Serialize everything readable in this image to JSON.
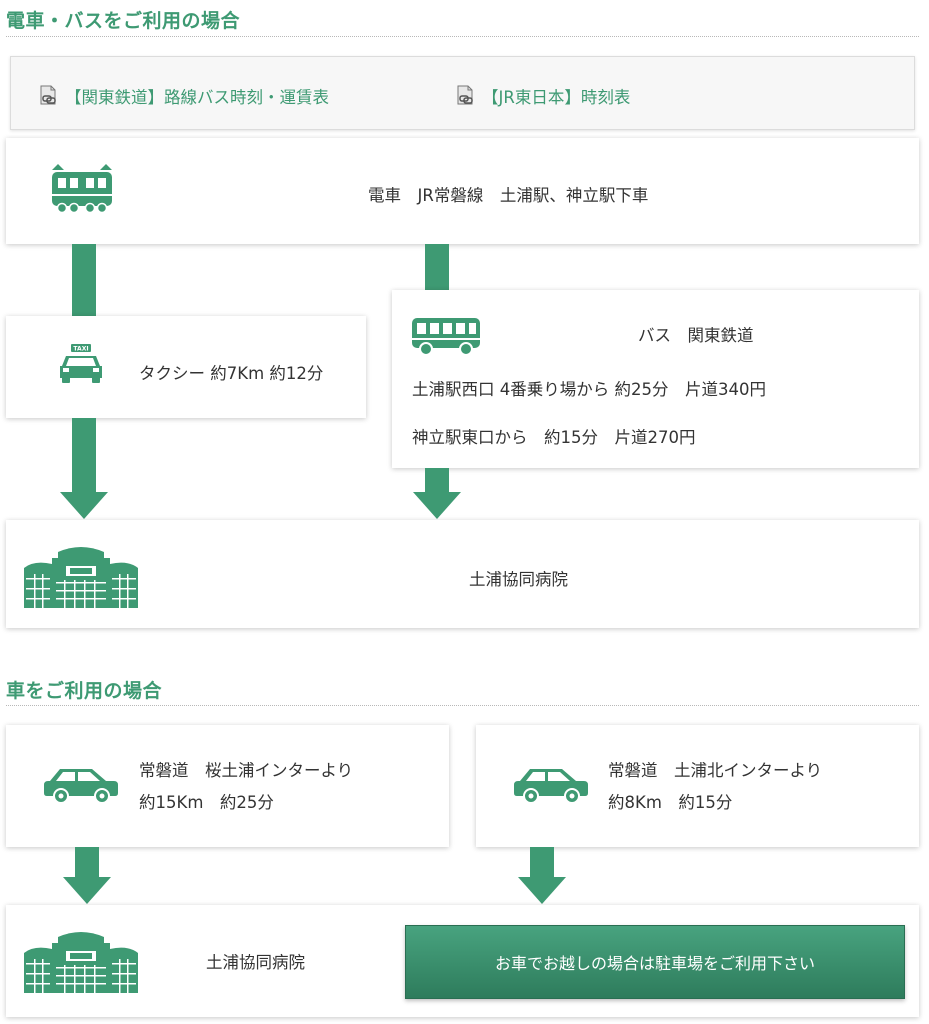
{
  "train_section": {
    "title": "電車・バスをご利用の場合",
    "links": [
      {
        "label": "【関東鉄道】路線バス時刻・運賃表"
      },
      {
        "label": "【JR東日本】時刻表"
      }
    ],
    "train_text": "電車　JR常磐線　土浦駅、神立駅下車",
    "taxi_text": "タクシー 約7Km 約12分",
    "bus": {
      "title": "バス　関東鉄道",
      "line1": "土浦駅西口 4番乗り場から 約25分　片道340円",
      "line2": "神立駅東口から　約15分　片道270円"
    },
    "hospital": "土浦協同病院"
  },
  "car_section": {
    "title": "車をご利用の場合",
    "route1": {
      "line1": "常磐道　桜土浦インターより",
      "line2": "約15Km　約25分"
    },
    "route2": {
      "line1": "常磐道　土浦北インターより",
      "line2": "約8Km　約15分"
    },
    "hospital": "土浦協同病院",
    "parking_button": "お車でお越しの場合は駐車場をご利用下さい"
  },
  "colors": {
    "accent": "#3e9a73",
    "button_dark": "#2e7c5c"
  },
  "icons": [
    "file-link-icon",
    "train-icon",
    "taxi-icon",
    "bus-icon",
    "hospital-icon",
    "car-icon",
    "down-arrow-icon"
  ]
}
